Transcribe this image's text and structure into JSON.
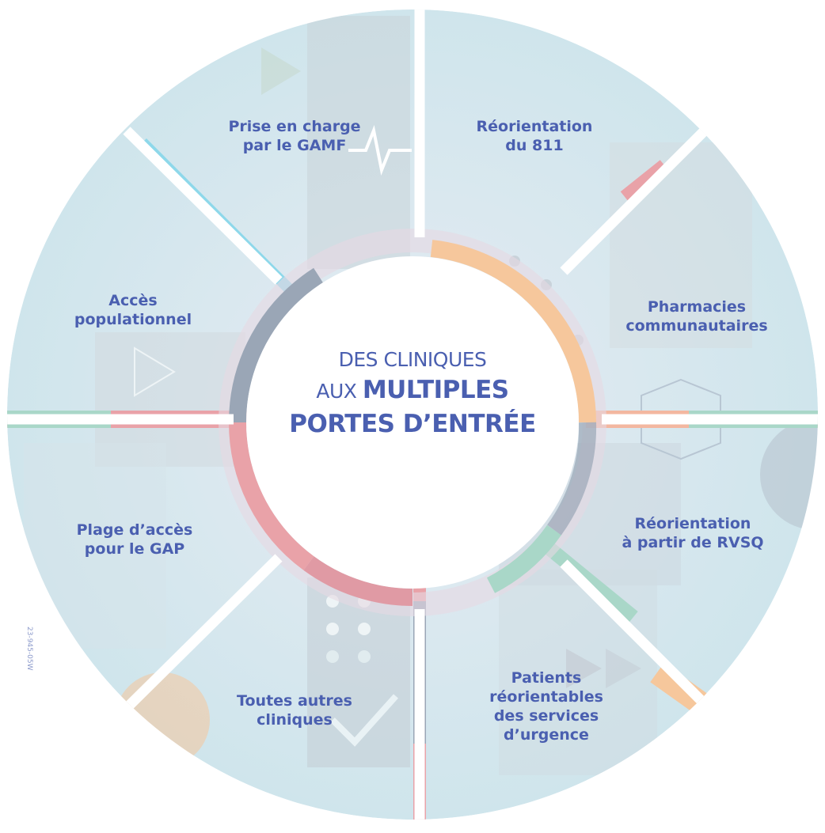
{
  "diagram": {
    "center_title": {
      "line1": "DES CLINIQUES",
      "line2_prefix": "AUX",
      "line2_bold": "MULTIPLES",
      "line3": "PORTES D’ENTRÉE"
    },
    "segments": [
      {
        "id": "gamf",
        "lines": [
          "Prise en charge",
          "par le GAMF"
        ]
      },
      {
        "id": "811",
        "lines": [
          "Réorientation",
          "du 811"
        ]
      },
      {
        "id": "pharmacies",
        "lines": [
          "Pharmacies",
          "communautaires"
        ]
      },
      {
        "id": "rvsq",
        "lines": [
          "Réorientation",
          "à partir de RVSQ"
        ]
      },
      {
        "id": "urgence",
        "lines": [
          "Patients",
          "réorientables",
          "des services",
          "d’urgence"
        ]
      },
      {
        "id": "autres",
        "lines": [
          "Toutes autres",
          "cliniques"
        ]
      },
      {
        "id": "gap",
        "lines": [
          "Plage d’accès",
          "pour le GAP"
        ]
      },
      {
        "id": "populationnel",
        "lines": [
          "Accès",
          "populationnel"
        ]
      }
    ],
    "catalog_code": "23-945-05W",
    "colors": {
      "text": "#4a5fb0",
      "disc_base": "#d8ebf1",
      "pink": "#e9a2a8",
      "teal": "#a9d7c8",
      "orange": "#f6c79c",
      "slate": "#9aa6b6",
      "cyan": "#8ed8ea",
      "divider": "#ffffff"
    }
  }
}
